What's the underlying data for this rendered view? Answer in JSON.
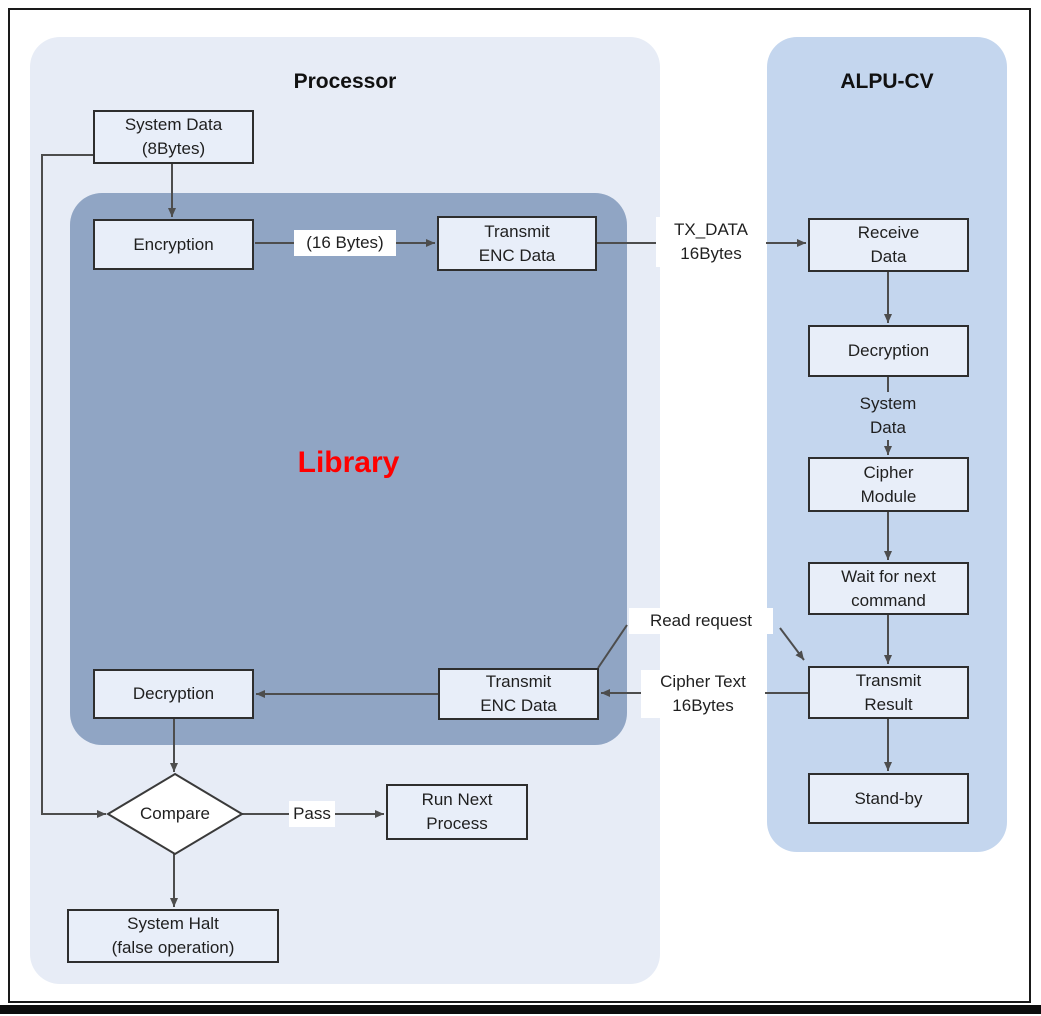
{
  "panels": {
    "processor": {
      "title": "Processor"
    },
    "alpu": {
      "title": "ALPU-CV"
    },
    "library": {
      "title": "Library"
    }
  },
  "nodes": {
    "system_data": {
      "lines": [
        "System Data",
        "(8Bytes)"
      ]
    },
    "encryption_left": {
      "lines": [
        "Encryption"
      ]
    },
    "transmit_enc_top": {
      "lines": [
        "Transmit",
        "ENC Data"
      ]
    },
    "receive_data": {
      "lines": [
        "Receive",
        "Data"
      ]
    },
    "decryption_right": {
      "lines": [
        "Decryption"
      ]
    },
    "cipher_module": {
      "lines": [
        "Cipher",
        "Module"
      ]
    },
    "wait_next": {
      "lines": [
        "Wait for next",
        "command"
      ]
    },
    "transmit_result": {
      "lines": [
        "Transmit",
        "Result"
      ]
    },
    "stand_by": {
      "lines": [
        "Stand-by"
      ]
    },
    "transmit_enc_bottom": {
      "lines": [
        "Transmit",
        "ENC Data"
      ]
    },
    "decryption_left": {
      "lines": [
        "Decryption"
      ]
    },
    "compare": {
      "lines": [
        "Compare"
      ]
    },
    "run_next": {
      "lines": [
        "Run Next",
        "Process"
      ]
    },
    "system_halt": {
      "lines": [
        "System Halt",
        "(false operation)"
      ]
    }
  },
  "edge_labels": {
    "bytes16": "(16 Bytes)",
    "tx_data": [
      "TX_DATA",
      "16Bytes"
    ],
    "system_data_right": [
      "System",
      "Data"
    ],
    "read_request": "Read request",
    "cipher_text": [
      "Cipher Text",
      "16Bytes"
    ],
    "pass": "Pass"
  },
  "colors": {
    "processor_panel": "#e7ecf6",
    "alpu_panel": "#c4d6ee",
    "library_panel": "#90a5c4",
    "library_title": "#ff0000",
    "node_fill": "#e8eef9",
    "node_border": "#2e2e2e",
    "connector": "#4d4d4d",
    "bottom_bar": "#0d0d0d"
  }
}
